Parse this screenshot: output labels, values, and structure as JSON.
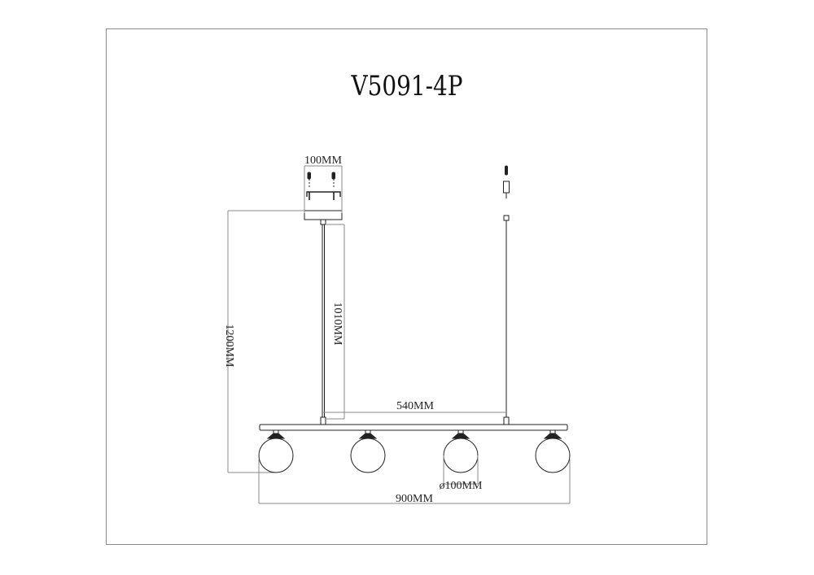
{
  "drawing": {
    "title": "V5091-4P",
    "dimensions": {
      "canopy_width": "100MM",
      "overall_height": "1200MM",
      "rod_length": "1010MM",
      "rod_spacing": "540MM",
      "globe_diameter": "ø100MM",
      "overall_width": "900MM"
    },
    "fixture": {
      "type": "linear pendant",
      "globe_count": 4,
      "suspension_rods": 2
    },
    "colors": {
      "line": "#222222",
      "dimension_line": "#8a8a8a",
      "frame": "#8a8a8a",
      "background": "#ffffff"
    }
  }
}
